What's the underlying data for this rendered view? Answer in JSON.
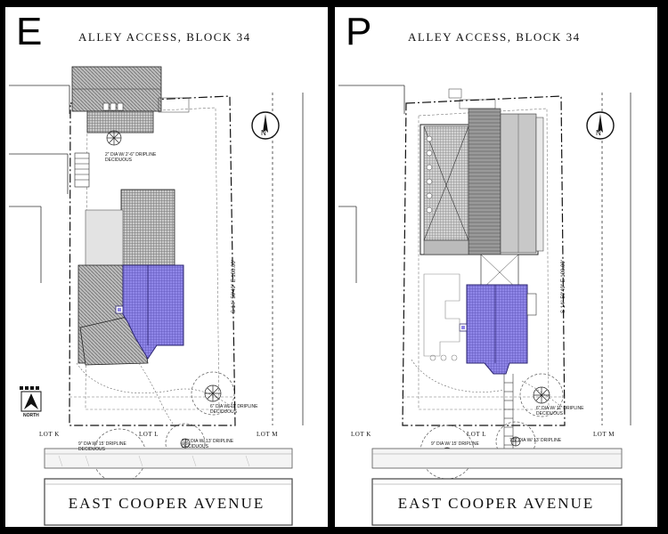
{
  "panels": {
    "existing": {
      "letter": "E",
      "title": "ALLEY ACCESS, BLOCK 34",
      "street": "EAST COOPER AVENUE",
      "lots": {
        "left": "LOT K",
        "center": "LOT L",
        "right": "LOT M"
      },
      "trees": [
        {
          "line1": "2\" DIA W/ 2'-6\" DRIPLINE",
          "line2": "DECIDUOUS"
        },
        {
          "line1": "6\" DIA W/ 11' DRIPLINE",
          "line2": "DECIDUOUS"
        },
        {
          "line1": "9\" DIA W/ 15' DRIPLINE",
          "line2": "DECIDUOUS"
        },
        {
          "line1": "7.5\" DIA W/ 13' DRIPLINE",
          "line2": "DECIDUOUS"
        }
      ],
      "dimension": "S 14° 50'49\" E   100.00'",
      "north_symbol": "N",
      "north_legend": "NORTH",
      "building_color": "#8f86e8"
    },
    "proposed": {
      "letter": "P",
      "title": "ALLEY ACCESS, BLOCK 34",
      "street": "EAST COOPER AVENUE",
      "lots": {
        "left": "LOT K",
        "center": "LOT L",
        "right": "LOT M"
      },
      "trees": [
        {
          "line1": "6\" DIA W/ 11' DRIPLINE",
          "line2": "DECIDUOUS"
        },
        {
          "line1": "9\" DIA W/ 15' DRIPLINE",
          "line2": ""
        },
        {
          "line1": "7.5\" DIA W/ 13' DRIPLINE",
          "line2": ""
        }
      ],
      "dimension": "S 14° 50'49\" E   100.00'",
      "north_symbol": "N",
      "building_color": "#8f86e8"
    }
  }
}
